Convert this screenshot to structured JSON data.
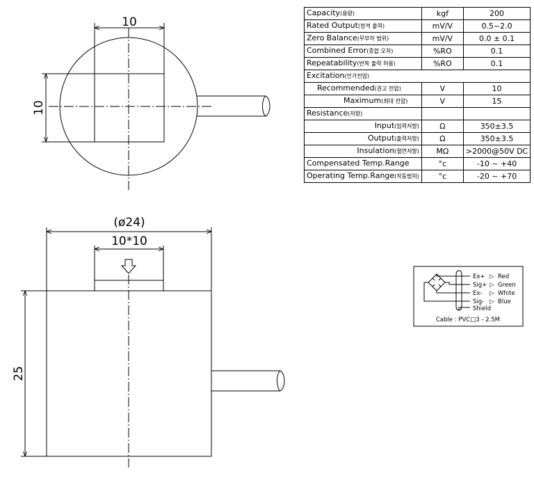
{
  "drawing": {
    "top_view": {
      "dim_horizontal": "10",
      "dim_vertical": "10"
    },
    "side_view": {
      "dim_diameter": "(ø24)",
      "dim_button": "10*10",
      "dim_height": "25"
    }
  },
  "spec_table": {
    "rows": [
      {
        "name": "Capacity",
        "ko": "(용량)",
        "unit": "kgf",
        "value": "200",
        "align": "l"
      },
      {
        "name": "Rated Output",
        "ko": "(정격 출력)",
        "unit": "mV/V",
        "value": "0.5~2.0",
        "align": "l"
      },
      {
        "name": "Zero Balance",
        "ko": "(무부하 범위)",
        "unit": "mV/V",
        "value": "0.0 ± 0.1",
        "align": "l"
      },
      {
        "name": "Combined Error",
        "ko": "(종합 오차)",
        "unit": "%RO",
        "value": "0.1",
        "align": "l"
      },
      {
        "name": "Repeatability",
        "ko": "(반복 출력 허용)",
        "unit": "%RO",
        "value": "0.1",
        "align": "l"
      },
      {
        "name": "Excitation",
        "ko": "(인가전압)",
        "unit": "",
        "value": "",
        "align": "l",
        "span": true
      },
      {
        "name": "Recommended",
        "ko": "(권고 전압)",
        "unit": "V",
        "value": "10",
        "align": "i1"
      },
      {
        "name": "Maximum",
        "ko": "(최대 전압)",
        "unit": "V",
        "value": "15",
        "align": "i2"
      },
      {
        "name": "Resistance",
        "ko": "(저항)",
        "unit": "",
        "value": "",
        "align": "l"
      },
      {
        "name": "Input",
        "ko": "(입력저항)",
        "unit": "Ω",
        "value": "350±3.5",
        "align": "r"
      },
      {
        "name": "Output",
        "ko": "(출력저항)",
        "unit": "Ω",
        "value": "350±3.5",
        "align": "r"
      },
      {
        "name": "Insulation",
        "ko": "(절연저항)",
        "unit": "MΩ",
        "value": ">2000@50V DC",
        "align": "r"
      },
      {
        "name": "Compensated Temp.Range",
        "ko": "",
        "unit": "°c",
        "value": "-10 ~ +40",
        "align": "l"
      },
      {
        "name": "Operating Temp.Range",
        "ko": "(작동범위)",
        "unit": "°c",
        "value": "-20 ~ +70",
        "align": "l"
      }
    ]
  },
  "wiring": {
    "wires": [
      {
        "signal": "Ex+",
        "color": "Red"
      },
      {
        "signal": "Sig+",
        "color": "Green"
      },
      {
        "signal": "Ex-",
        "color": "White"
      },
      {
        "signal": "Sig-",
        "color": "Blue"
      }
    ],
    "shield": "Shield",
    "cable": "Cable : PVC□3 - 2.5M"
  }
}
